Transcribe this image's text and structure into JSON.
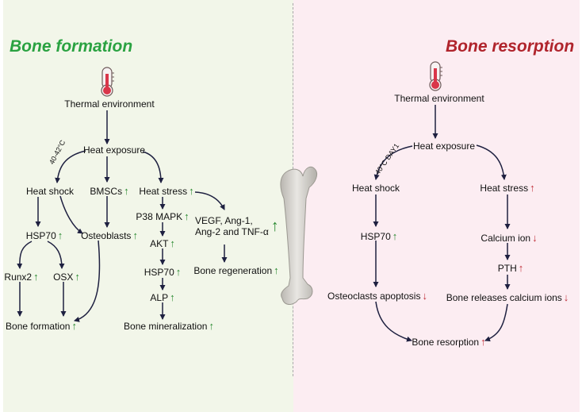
{
  "left": {
    "title": "Bone formation",
    "thermal_environment": "Thermal environment",
    "heat_exposure": "Heat exposure",
    "temp_range": "40-42°C",
    "heat_shock": "Heat shock",
    "bmscs": "BMSCs",
    "heat_stress": "Heat stress",
    "hsp70_a": "HSP70",
    "osteoblasts": "Osteoblasts",
    "p38_mapk": "P38 MAPK",
    "akt": "AKT",
    "hsp70_b": "HSP70",
    "alp": "ALP",
    "vegf_line1": "VEGF, Ang-1,",
    "vegf_line2": "Ang-2 and TNF-α",
    "runx2": "Runx2",
    "osx": "OSX",
    "bone_regeneration": "Bone regeneration",
    "bone_formation_result": "Bone formation",
    "bone_mineralization": "Bone mineralization"
  },
  "right": {
    "title": "Bone resorption",
    "thermal_environment": "Thermal environment",
    "heat_exposure": "Heat exposure",
    "temp_condition": "40°C DAY1",
    "heat_shock": "Heat shock",
    "heat_stress": "Heat stress",
    "hsp70": "HSP70",
    "calcium_ion": "Calcium ion",
    "pth": "PTH",
    "osteoclasts_apoptosis": "Osteoclasts apoptosis",
    "bone_releases": "Bone releases calcium ions",
    "bone_resorption_result": "Bone resorption"
  },
  "glyphs": {
    "up": "↑",
    "down": "↓"
  },
  "colors": {
    "left_title": "#2aa241",
    "right_title": "#b0242c",
    "up_green": "#2a8a31",
    "red_marker": "#c0303a",
    "arrow_line": "#1e2040",
    "left_bg": "#f2f6e9",
    "right_bg": "#fcedf2"
  },
  "icons": {
    "thermometer": "thermometer-icon",
    "bone": "femur-bone-icon"
  }
}
